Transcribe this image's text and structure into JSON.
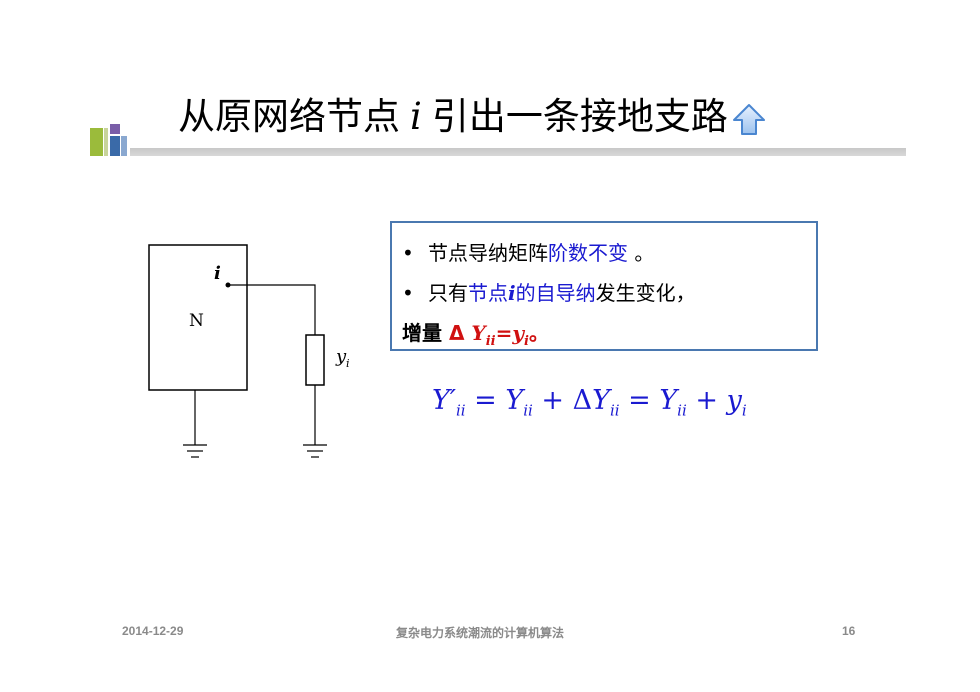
{
  "slide": {
    "title_prefix": "从原网络节点",
    "title_var": "i",
    "title_suffix": "引出一条接地支路",
    "home_icon": "up-arrow-icon"
  },
  "circuit": {
    "node_label": "i",
    "network_label": "N",
    "admittance_label": "y",
    "admittance_sub": "i"
  },
  "infobox": {
    "bullet": "•",
    "line1_black": "节点导纳矩阵",
    "line1_blue": "阶数不变",
    "line1_end": " 。",
    "line2_black1": "只有",
    "line2_blue1": "节点",
    "line2_bold_i": "i",
    "line2_blue2": "的自导纳",
    "line2_black2": "发生变化，",
    "line3_black": "增量",
    "line3_red_delta": "Δ ",
    "line3_red_Y": "Y",
    "line3_red_sub_ii": "ii",
    "line3_red_eq": "=y",
    "line3_red_sub_i": "i",
    "line3_red_end": "。"
  },
  "formula": {
    "text_lhs": "Y′",
    "sub_ii": "ii",
    "eq": " = ",
    "Y": "Y",
    "plus": " + ",
    "delta": "Δ",
    "y": "y",
    "sub_i": "i"
  },
  "footer": {
    "date": "2014-12-29",
    "course": "复杂电力系统潮流的计算机算法",
    "page": "16"
  },
  "colors": {
    "blue": "#1a1ad0",
    "red": "#d01010",
    "box_border": "#4a78b0",
    "footer_gray": "#8a8a8a"
  }
}
